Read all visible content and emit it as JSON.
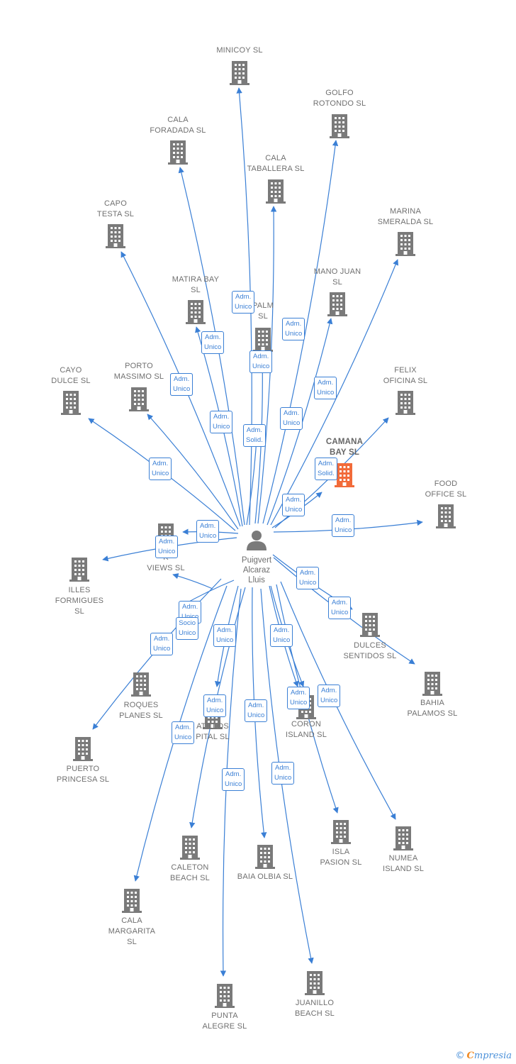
{
  "colors": {
    "edge": "#3a7fd5",
    "building": "#7a7a7a",
    "highlight": "#f26b3a",
    "person": "#7a7a7a"
  },
  "person": {
    "name": "Puigvert\nAlcaraz\nLluis",
    "icon": "person-icon"
  },
  "companies": [
    {
      "id": "minicoy",
      "name": "MINICOY  SL",
      "highlight": false
    },
    {
      "id": "golfo-rotondo",
      "name": "GOLFO\nROTONDO  SL",
      "highlight": false
    },
    {
      "id": "cala-foradada",
      "name": "CALA\nFORADADA  SL",
      "highlight": false
    },
    {
      "id": "cala-taballera",
      "name": "CALA\nTABALLERA  SL",
      "highlight": false
    },
    {
      "id": "capo-testa",
      "name": "CAPO\nTESTA  SL",
      "highlight": false
    },
    {
      "id": "marina-smeralda",
      "name": "MARINA\nSMERALDA  SL",
      "highlight": false
    },
    {
      "id": "matira-bay",
      "name": "MATIRA BAY\nSL",
      "highlight": false
    },
    {
      "id": "mano-juan",
      "name": "MANO JUAN\nSL",
      "highlight": false
    },
    {
      "id": "palm",
      "name": "PALM\nSL",
      "highlight": false
    },
    {
      "id": "cayo-dulce",
      "name": "CAYO\nDULCE  SL",
      "highlight": false
    },
    {
      "id": "porto-massimo",
      "name": "PORTO\nMASSIMO  SL",
      "highlight": false
    },
    {
      "id": "felix-oficina",
      "name": "FELIX\nOFICINA SL",
      "highlight": false
    },
    {
      "id": "camana-bay",
      "name": "CAMANA\nBAY  SL",
      "highlight": true
    },
    {
      "id": "food-office",
      "name": "FOOD\nOFFICE  SL",
      "highlight": false
    },
    {
      "id": "k-views",
      "name": "K\nVIEWS  SL",
      "highlight": false
    },
    {
      "id": "illes-formigues",
      "name": "ILLES\nFORMIGUES\nSL",
      "highlight": false
    },
    {
      "id": "dulces-sentidos",
      "name": "DULCES\nSENTIDOS  SL",
      "highlight": false
    },
    {
      "id": "bahia-palamos",
      "name": "BAHIA\nPALAMOS  SL",
      "highlight": false
    },
    {
      "id": "roques-planes",
      "name": "ROQUES\nPLANES  SL",
      "highlight": false
    },
    {
      "id": "atillos-pital",
      "name": "ATILLOS\nPITAL  SL",
      "highlight": false
    },
    {
      "id": "coron-island",
      "name": "CORON\nISLAND  SL",
      "highlight": false
    },
    {
      "id": "puerto-princesa",
      "name": "PUERTO\nPRINCESA  SL",
      "highlight": false
    },
    {
      "id": "isla-pasion",
      "name": "ISLA\nPASION  SL",
      "highlight": false
    },
    {
      "id": "numea-island",
      "name": "NUMEA\nISLAND  SL",
      "highlight": false
    },
    {
      "id": "caleton-beach",
      "name": "CALETON\nBEACH  SL",
      "highlight": false
    },
    {
      "id": "baia-olbia",
      "name": "BAIA OLBIA  SL",
      "highlight": false
    },
    {
      "id": "cala-margarita",
      "name": "CALA\nMARGARITA\nSL",
      "highlight": false
    },
    {
      "id": "punta-alegre",
      "name": "PUNTA\nALEGRE  SL",
      "highlight": false
    },
    {
      "id": "juanillo-beach",
      "name": "JUANILLO\nBEACH SL",
      "highlight": false
    }
  ],
  "roles": [
    {
      "target": "minicoy",
      "label": "Adm.\nUnico"
    },
    {
      "target": "cala-taballera",
      "label": "Adm.\nUnico"
    },
    {
      "target": "golfo-rotondo",
      "label": "Adm.\nUnico"
    },
    {
      "target": "matira-bay",
      "label": "Adm.\nUnico"
    },
    {
      "target": "palm",
      "label": "Adm.\nUnico"
    },
    {
      "target": "cala-foradada",
      "label": "Adm.\nUnico"
    },
    {
      "target": "marina-smeralda",
      "label": "Adm.\nUnico"
    },
    {
      "target": "capo-testa",
      "label": "Adm.\nUnico"
    },
    {
      "target": "mano-juan",
      "label": "Adm.\nUnico"
    },
    {
      "target": "cala-foradada-2",
      "label": "Adm.\nSolid."
    },
    {
      "target": "porto-massimo",
      "label": "Adm.\nUnico"
    },
    {
      "target": "cayo-dulce",
      "label": "Adm.\nUnico"
    },
    {
      "target": "camana-bay",
      "label": "Adm.\nSolid."
    },
    {
      "target": "felix-oficina",
      "label": "Adm.\nUnico"
    },
    {
      "target": "k-views",
      "label": "Adm.\nUnico"
    },
    {
      "target": "food-office",
      "label": "Adm.\nUnico"
    },
    {
      "target": "illes-formigues",
      "label": "Adm.\nUnico"
    },
    {
      "target": "dulces-sentidos",
      "label": "Adm.\nUnico"
    },
    {
      "target": "bahia-palamos",
      "label": "Adm.\nUnico"
    },
    {
      "target": "k-views-2",
      "label": "Adm.\nUnico"
    },
    {
      "target": "roques-planes",
      "label": "Socio\nUnico"
    },
    {
      "target": "puerto-princesa",
      "label": "Adm.\nUnico"
    },
    {
      "target": "atillos-pital",
      "label": "Adm.\nUnico"
    },
    {
      "target": "coron-island",
      "label": "Adm.\nUnico"
    },
    {
      "target": "coron-island-2",
      "label": "Adm.\nUnico"
    },
    {
      "target": "isla-pasion",
      "label": "Adm.\nUnico"
    },
    {
      "target": "caleton-beach",
      "label": "Adm.\nUnico"
    },
    {
      "target": "baia-olbia",
      "label": "Adm.\nUnico"
    },
    {
      "target": "cala-margarita",
      "label": "Adm.\nUnico"
    },
    {
      "target": "punta-alegre",
      "label": "Adm.\nUnico"
    },
    {
      "target": "juanillo-beach",
      "label": "Adm.\nUnico"
    }
  ],
  "footer": {
    "copyright": "©",
    "brand_first": "C",
    "brand_rest": "mpresia"
  }
}
